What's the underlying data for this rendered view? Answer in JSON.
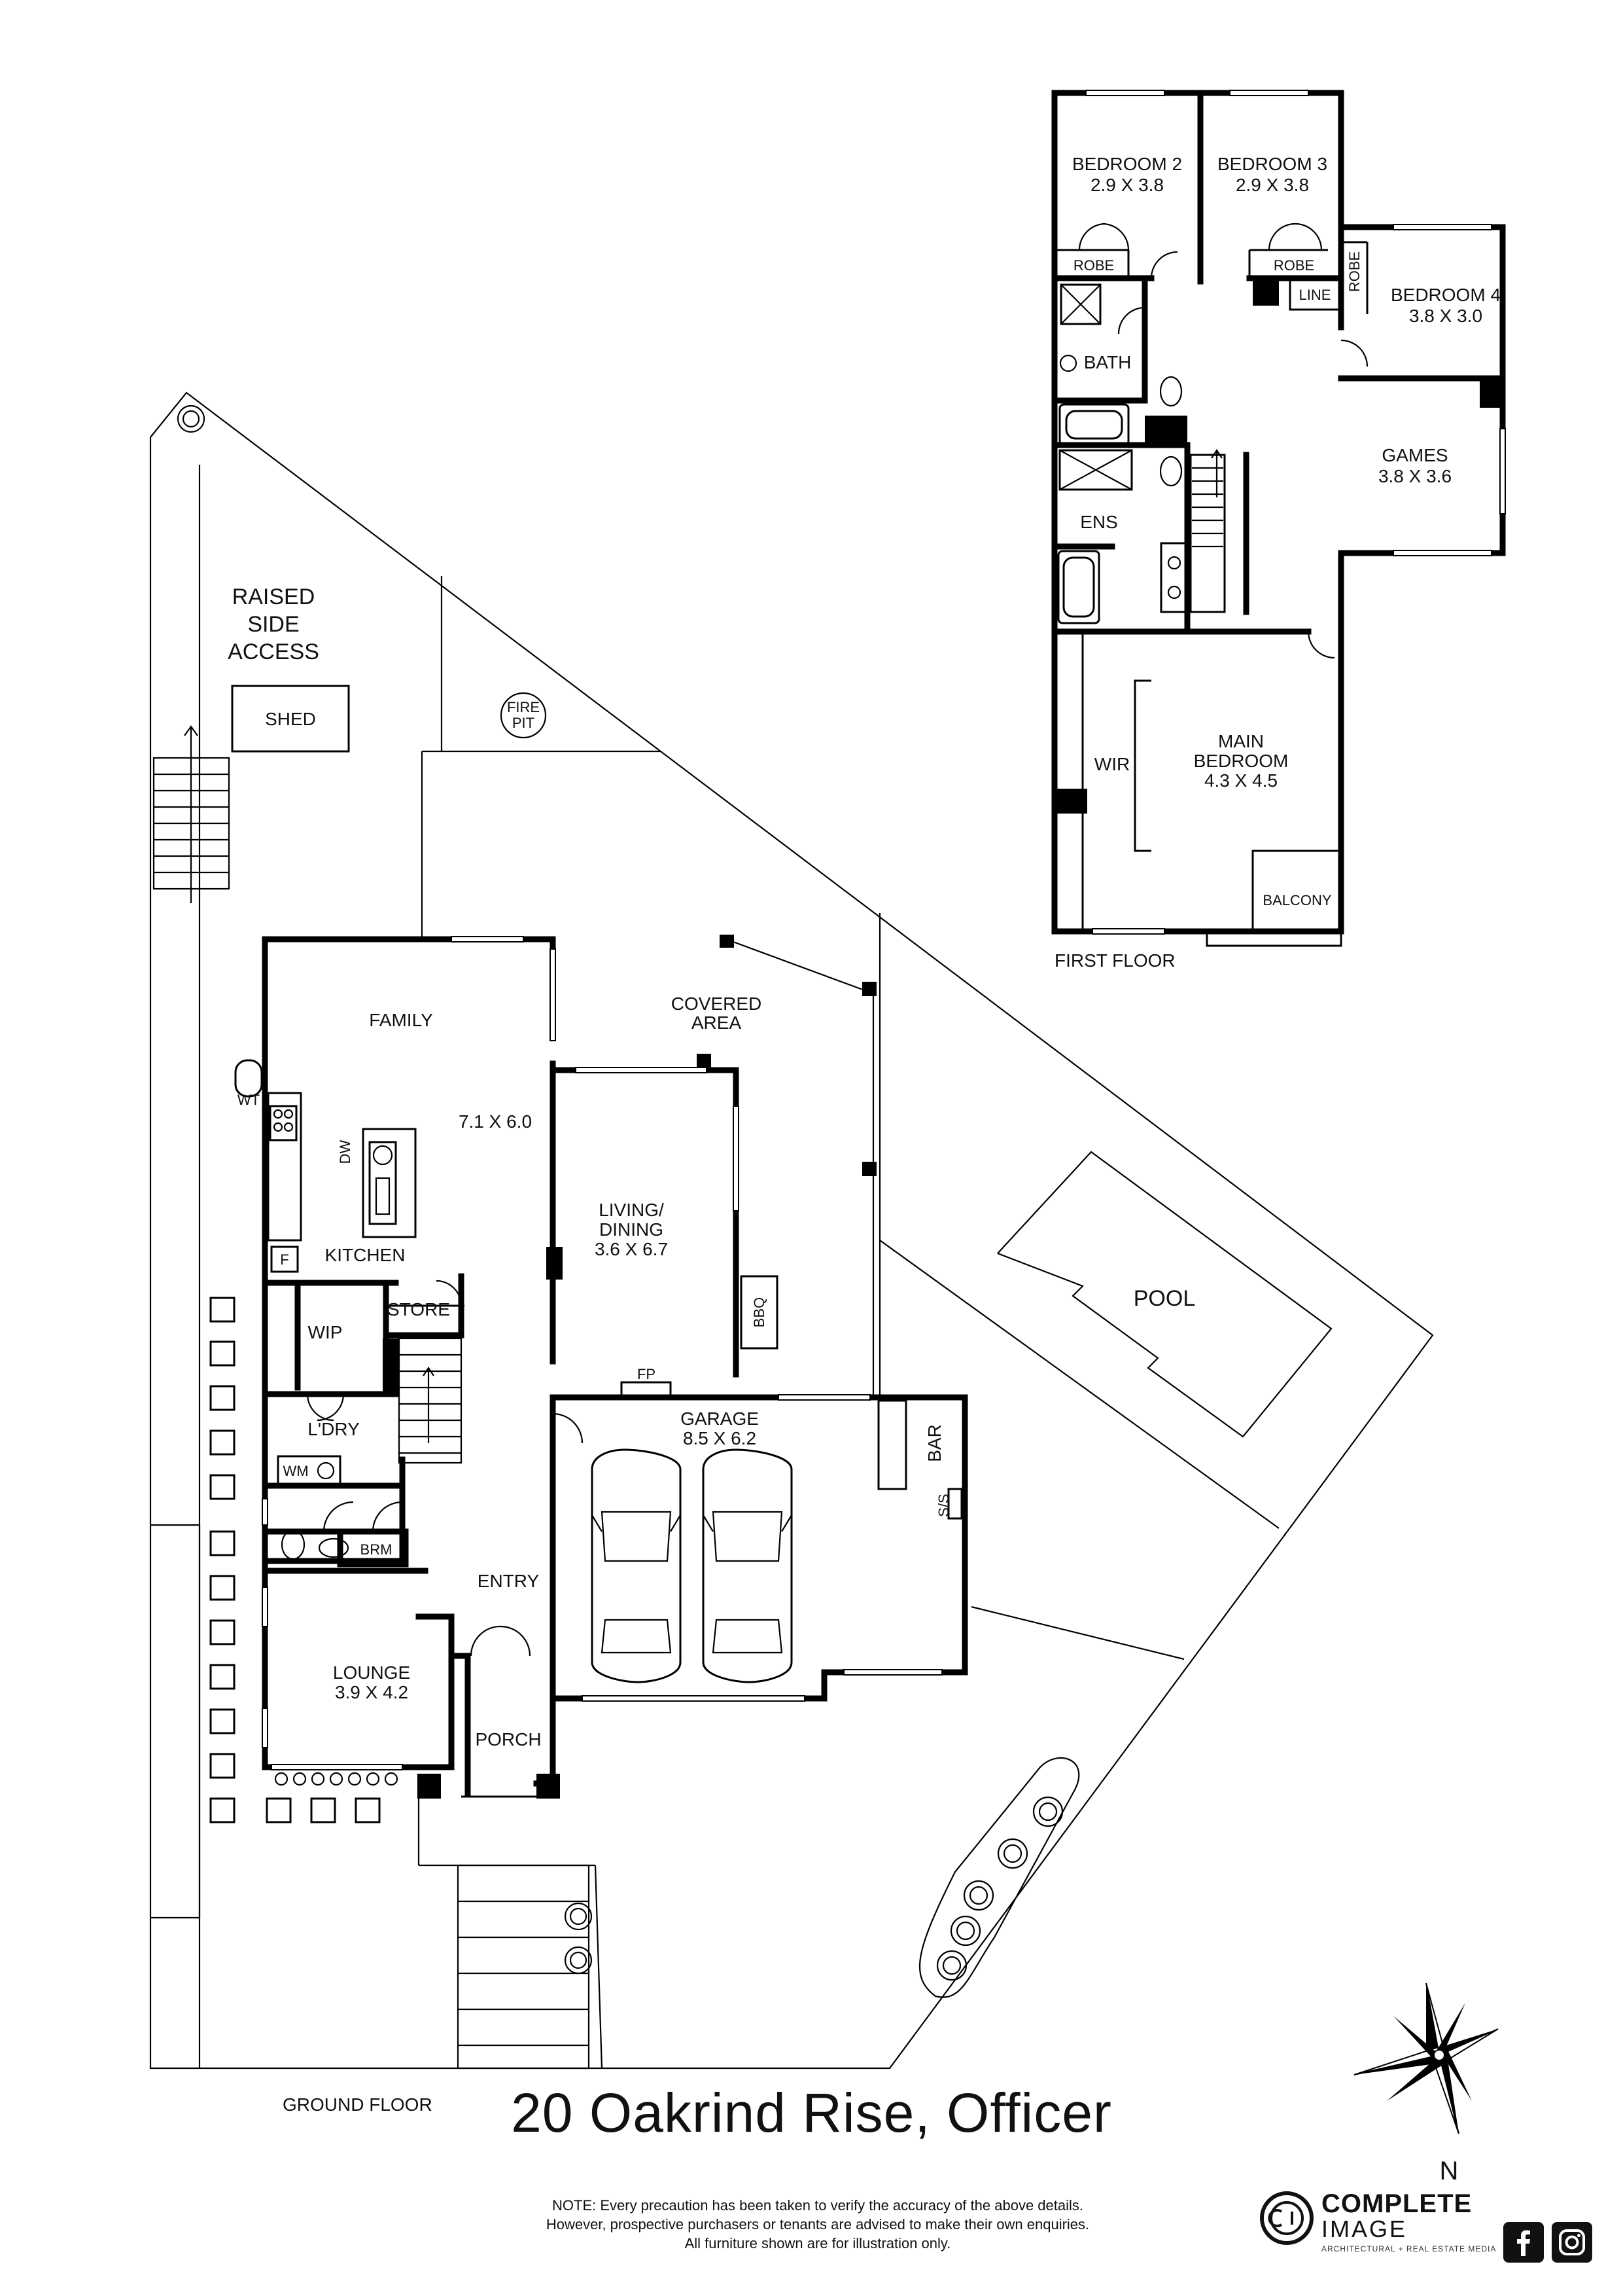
{
  "address": "20 Oakrind Rise, Officer",
  "floors": {
    "ground": "GROUND FLOOR",
    "first": "FIRST FLOOR"
  },
  "first_floor_rooms": {
    "bedroom2": {
      "name": "BEDROOM 2",
      "size": "2.9 X 3.8"
    },
    "bedroom3": {
      "name": "BEDROOM 3",
      "size": "2.9 X 3.8"
    },
    "bedroom4": {
      "name": "BEDROOM 4",
      "size": "3.8 X 3.0"
    },
    "robe": "ROBE",
    "line": "LINE",
    "bath": "BATH",
    "games": {
      "name": "GAMES",
      "size": "3.8 X 3.6"
    },
    "ens": "ENS",
    "wir": "WIR",
    "main_bedroom": {
      "name1": "MAIN",
      "name2": "BEDROOM",
      "size": "4.3 X 4.5"
    },
    "balcony": "BALCONY"
  },
  "ground_floor_rooms": {
    "raised_side_access": [
      "RAISED",
      "SIDE",
      "ACCESS"
    ],
    "shed": "SHED",
    "fire_pit": [
      "FIRE",
      "PIT"
    ],
    "family": "FAMILY",
    "family_size": "7.1 X 6.0",
    "covered_area": [
      "COVERED",
      "AREA"
    ],
    "wt": "WT",
    "dw": "DW",
    "f": "F",
    "kitchen": "KITCHEN",
    "living_dining": [
      "LIVING/",
      "DINING",
      "3.6 X 6.7"
    ],
    "store": "STORE",
    "wip": "WIP",
    "bbq": "BBQ",
    "fp": "FP",
    "laundry": "L'DRY",
    "wm": "WM",
    "garage": {
      "name": "GARAGE",
      "size": "8.5 X 6.2"
    },
    "bar": "BAR",
    "ss": "S/S",
    "brm": "BRM",
    "entry": "ENTRY",
    "lounge": {
      "name": "LOUNGE",
      "size": "3.9 X 4.2"
    },
    "porch": "PORCH",
    "pool": "POOL"
  },
  "compass": "N",
  "note_lines": [
    "NOTE: Every precaution has been taken to verify the accuracy of the above details.",
    "However, prospective purchasers or tenants are advised to make their own enquiries.",
    "All furniture shown are for illustration only."
  ],
  "brand": {
    "name": "COMPLETE",
    "sub": "IMAGE",
    "tag": "ARCHITECTURAL + REAL ESTATE MEDIA"
  },
  "icons": [
    "compass-rose-icon",
    "car-icon",
    "facebook-icon",
    "instagram-icon",
    "complete-image-logo-icon",
    "stairs-icon",
    "toilet-icon",
    "basin-icon",
    "shower-icon",
    "bath-icon",
    "cooktop-icon",
    "sink-icon",
    "tree-icon"
  ]
}
